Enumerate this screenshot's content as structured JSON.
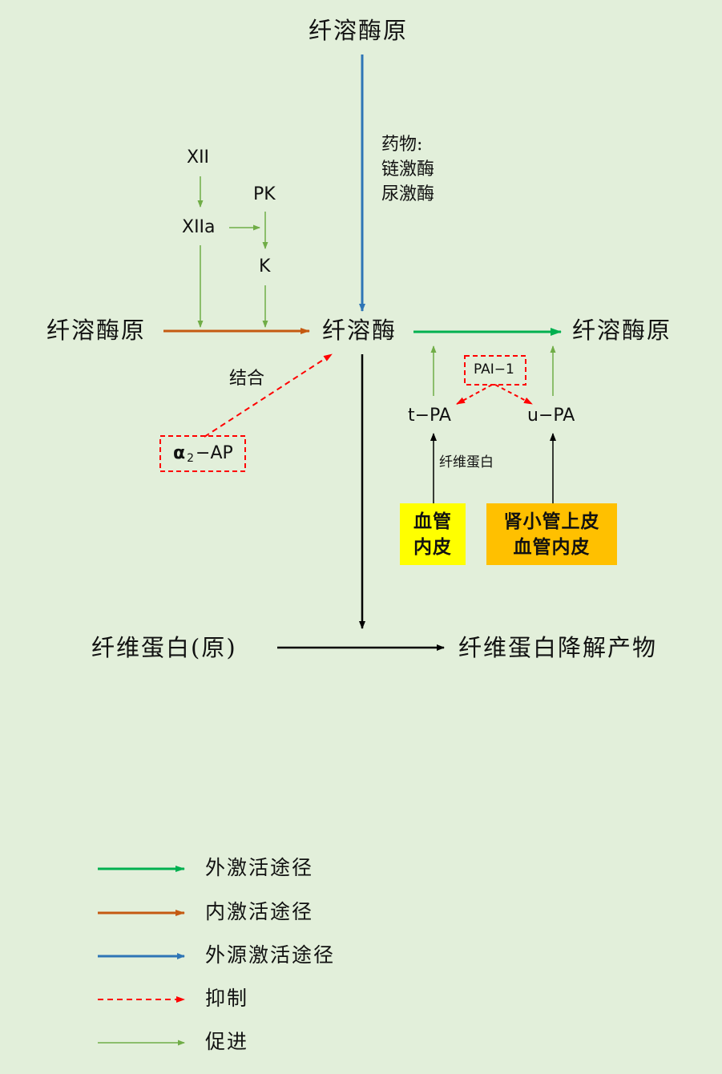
{
  "colors": {
    "background": "#e2efda",
    "extrinsic": "#00b050",
    "intrinsic": "#c55a11",
    "exogenous": "#2e75b6",
    "inhibit": "#ff0000",
    "promote": "#70ad47",
    "main": "#000000",
    "box_endothelium": "#ffff00",
    "box_renal": "#ffc000"
  },
  "nodes": {
    "plasminogen_top": "纤溶酶原",
    "plasminogen_left": "纤溶酶原",
    "plasminogen_right": "纤溶酶原",
    "plasmin": "纤溶酶",
    "drugs_title": "药物:",
    "drug_1": "链激酶",
    "drug_2": "尿激酶",
    "factor_xii": "XII",
    "factor_xiia": "XIIa",
    "pk": "PK",
    "k": "K",
    "binding": "结合",
    "a2ap_alpha": "α",
    "a2ap_sub": "2",
    "a2ap_rest": "−AP",
    "pai1": "PAI−1",
    "tpa": "t−PA",
    "upa": "u−PA",
    "fibrin_label": "纤维蛋白",
    "fibrinogen": "纤维蛋白(原)",
    "fdp": "纤维蛋白降解产物"
  },
  "boxes": {
    "endothelium": [
      "血管",
      "内皮"
    ],
    "renal": [
      "肾小管上皮",
      "血管内皮"
    ]
  },
  "legend": [
    {
      "label": "外激活途径",
      "style": "extrinsic"
    },
    {
      "label": "内激活途径",
      "style": "intrinsic"
    },
    {
      "label": "外源激活途径",
      "style": "exogenous"
    },
    {
      "label": "抑制",
      "style": "inhibit"
    },
    {
      "label": "促进",
      "style": "promote"
    }
  ]
}
